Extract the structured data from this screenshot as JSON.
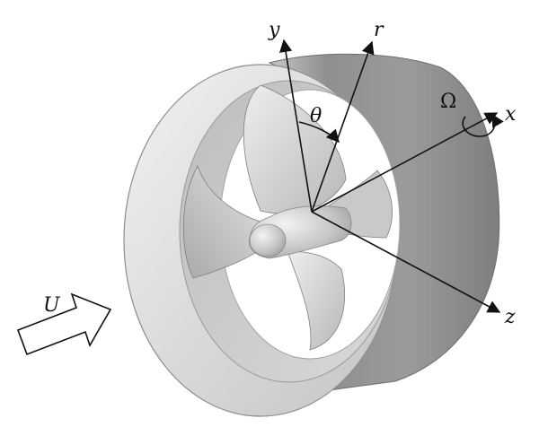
{
  "figure": {
    "labels": {
      "y": "y",
      "r": "r",
      "theta": "θ",
      "omega": "Ω",
      "x": "x",
      "z": "z",
      "u": "U"
    },
    "colors": {
      "shroud_light": "#e6e6e6",
      "shroud_mid": "#b9b9b9",
      "shroud_dark": "#8d8d8d",
      "blade_light": "#dcdcdc",
      "blade_dark": "#a8a8a8",
      "axis_line": "#111111"
    }
  }
}
